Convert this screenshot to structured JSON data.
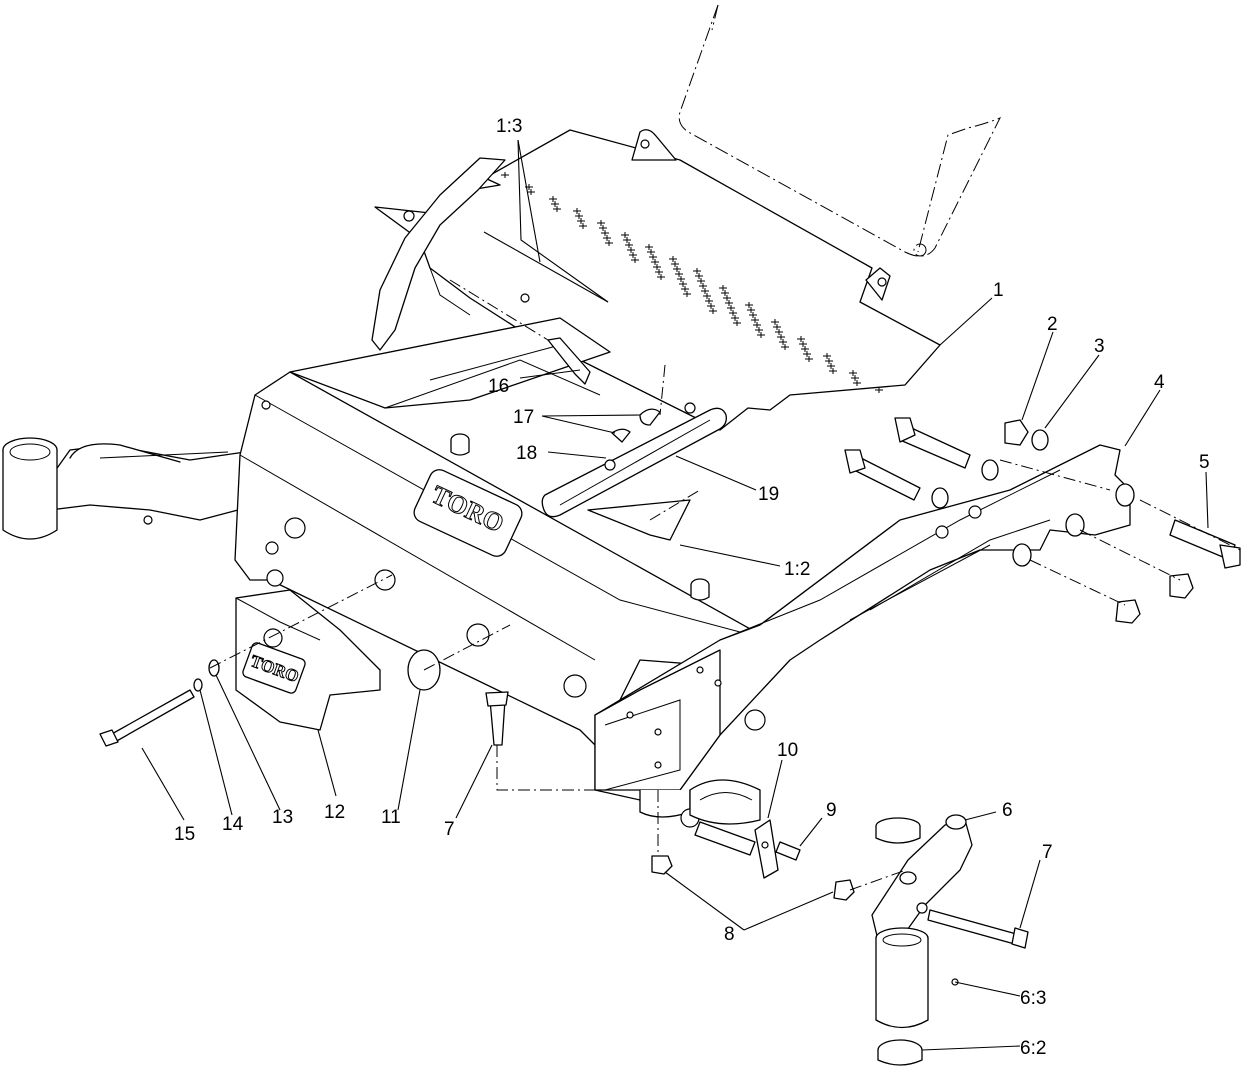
{
  "callouts": [
    {
      "id": "c1_3",
      "text": "1:3"
    },
    {
      "id": "c1",
      "text": "1"
    },
    {
      "id": "c2",
      "text": "2"
    },
    {
      "id": "c3",
      "text": "3"
    },
    {
      "id": "c4",
      "text": "4"
    },
    {
      "id": "c5",
      "text": "5"
    },
    {
      "id": "c16",
      "text": "16"
    },
    {
      "id": "c17",
      "text": "17"
    },
    {
      "id": "c18",
      "text": "18"
    },
    {
      "id": "c19",
      "text": "19"
    },
    {
      "id": "c1_2",
      "text": "1:2"
    },
    {
      "id": "c15",
      "text": "15"
    },
    {
      "id": "c14",
      "text": "14"
    },
    {
      "id": "c13",
      "text": "13"
    },
    {
      "id": "c12",
      "text": "12"
    },
    {
      "id": "c11",
      "text": "11"
    },
    {
      "id": "c7a",
      "text": "7"
    },
    {
      "id": "c10",
      "text": "10"
    },
    {
      "id": "c9",
      "text": "9"
    },
    {
      "id": "c6",
      "text": "6"
    },
    {
      "id": "c7b",
      "text": "7"
    },
    {
      "id": "c8",
      "text": "8"
    },
    {
      "id": "c6_3",
      "text": "6:3"
    },
    {
      "id": "c6_2",
      "text": "6:2"
    }
  ],
  "brand_marks": {
    "frame_logo": "TORO",
    "hitch_logo": "TORO"
  }
}
